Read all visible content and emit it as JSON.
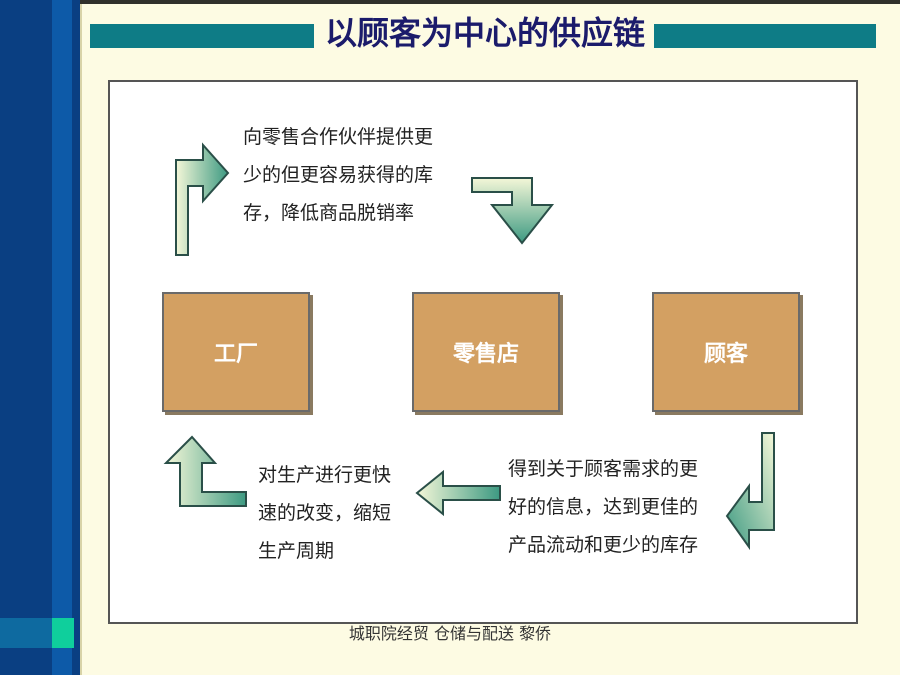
{
  "title": "以顾客为中心的供应链",
  "nodes": {
    "factory": "工厂",
    "retail_store": "零售店",
    "customer": "顾客"
  },
  "texts": {
    "top_note": [
      "向零售合作伙伴提供更",
      "少的但更容易获得的库",
      "存，降低商品脱销率"
    ],
    "bottom_right_note": [
      "得到关于顾客需求的更",
      "好的信息，达到更佳的",
      "产品流动和更少的库存"
    ],
    "bottom_left_note": [
      "对生产进行更快",
      "速的改变，缩短",
      "生产周期"
    ]
  },
  "footer": "城职院经贸 仓储与配送 黎侨",
  "colors": {
    "band": "#0e7c86",
    "box_fill": "#d3a062",
    "title": "#1b1b6b",
    "arrow_gradient_start": "#f4f7d8",
    "arrow_gradient_end": "#3d9a82"
  }
}
